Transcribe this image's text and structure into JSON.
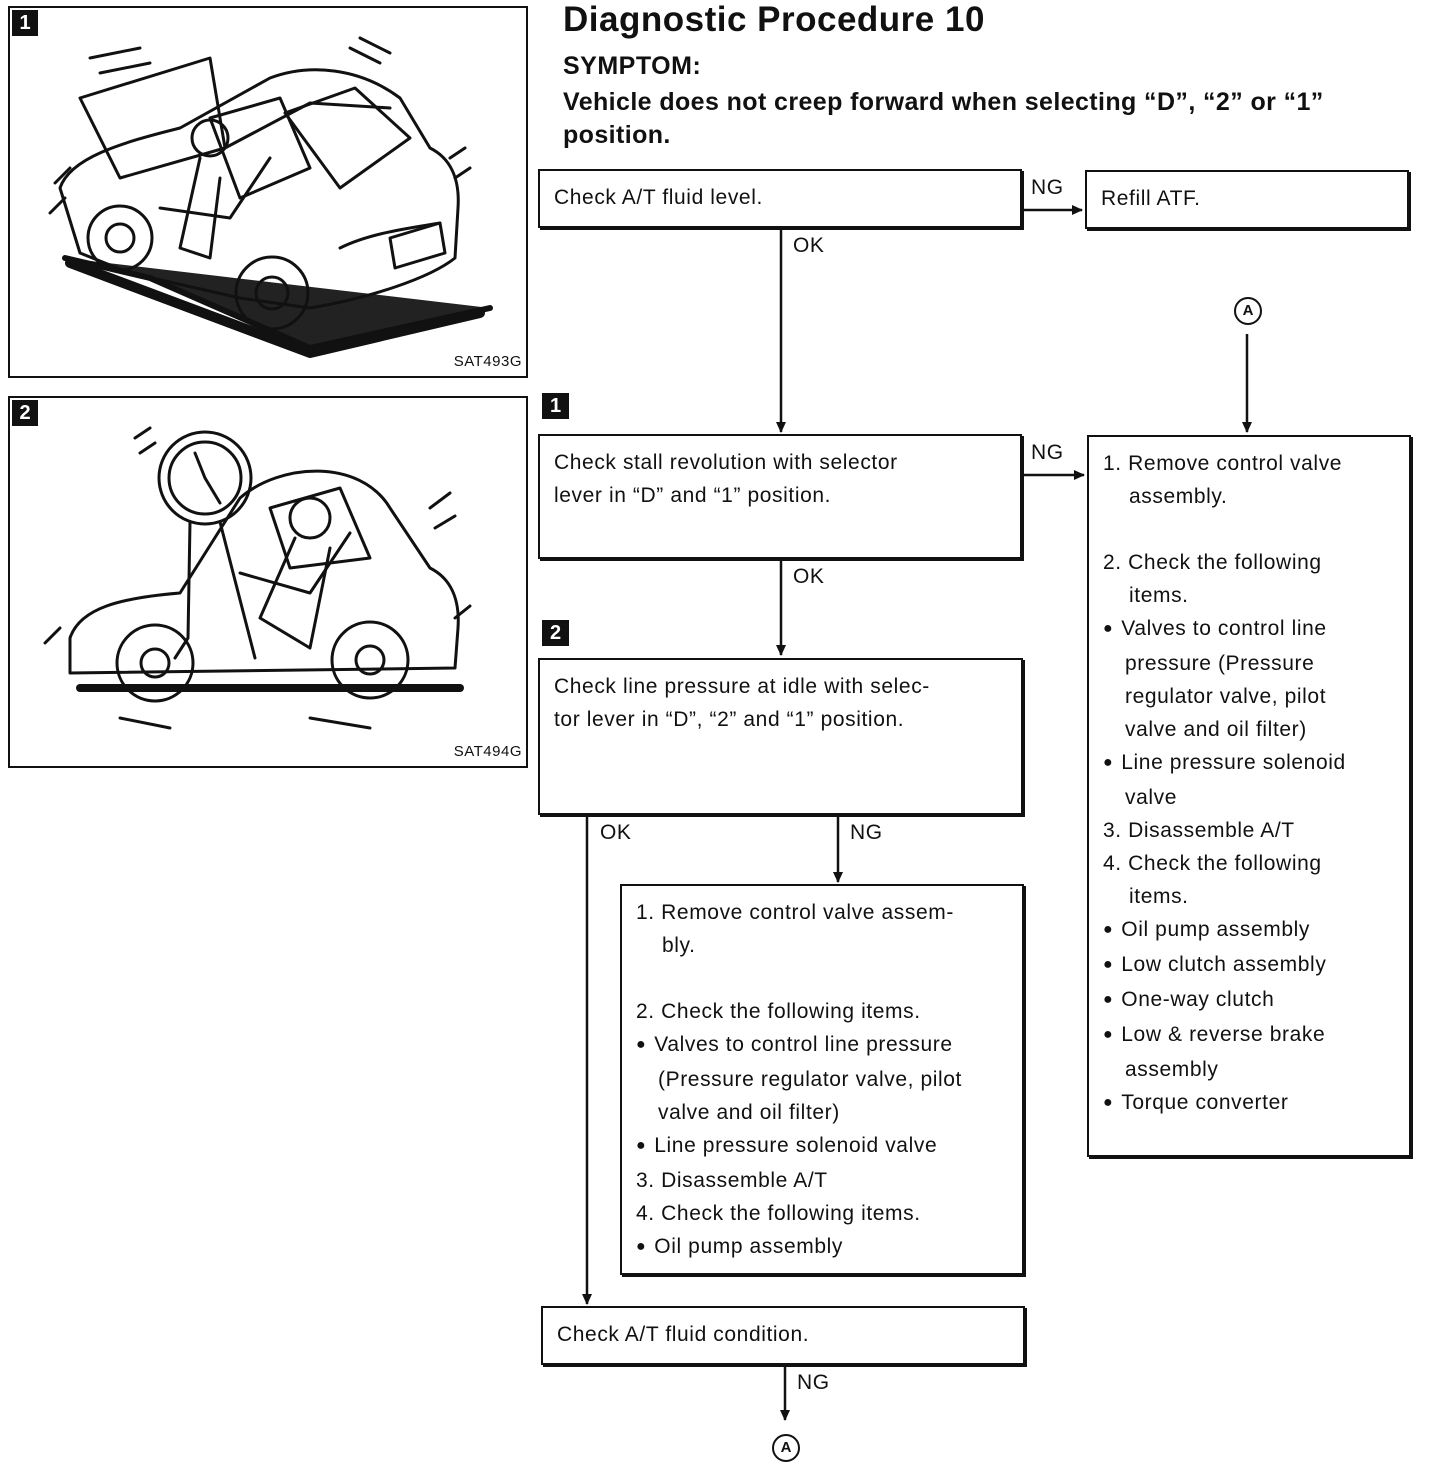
{
  "title": "Diagnostic Procedure 10",
  "symptom": {
    "heading": "SYMPTOM:",
    "text": "Vehicle does not creep forward when selecting “D”, “2” or “1” position."
  },
  "figures": [
    {
      "number": "1",
      "code": "SAT493G",
      "icon": "car-underside-inspection-illustration"
    },
    {
      "number": "2",
      "code": "SAT494G",
      "icon": "car-pressure-gauge-illustration"
    }
  ],
  "flow": {
    "fluid_level": {
      "text": "Check A/T fluid level.",
      "ng_label": "NG",
      "ok_label": "OK"
    },
    "refill": {
      "text": "Refill ATF."
    },
    "connector_top": "A",
    "connector_bottom": "A",
    "stall": {
      "badge": "1",
      "line1": "Check stall revolution with selector",
      "line2": "lever in “D” and “1” position.",
      "ng_label": "NG",
      "ok_label": "OK"
    },
    "line_pressure": {
      "badge": "2",
      "line1": "Check line pressure at idle with selec-",
      "line2": "tor lever in “D”, “2” and “1” position.",
      "ok_label": "OK",
      "ng_label": "NG"
    },
    "right_actions": {
      "items": [
        {
          "kind": "num",
          "lines": [
            "1. Remove control valve",
            "assembly."
          ]
        },
        {
          "kind": "gap"
        },
        {
          "kind": "num",
          "lines": [
            "2. Check the following",
            "items."
          ]
        },
        {
          "kind": "bul",
          "lines": [
            "Valves to control line",
            "pressure (Pressure",
            "regulator valve, pilot",
            "valve and oil filter)"
          ]
        },
        {
          "kind": "bul",
          "lines": [
            "Line pressure solenoid",
            "valve"
          ]
        },
        {
          "kind": "num",
          "lines": [
            "3. Disassemble A/T"
          ]
        },
        {
          "kind": "num",
          "lines": [
            "4. Check the following",
            "items."
          ]
        },
        {
          "kind": "bul",
          "lines": [
            "Oil pump assembly"
          ]
        },
        {
          "kind": "bul",
          "lines": [
            "Low clutch assembly"
          ]
        },
        {
          "kind": "bul",
          "lines": [
            "One-way clutch"
          ]
        },
        {
          "kind": "bul",
          "lines": [
            "Low & reverse brake",
            "assembly"
          ]
        },
        {
          "kind": "bul",
          "lines": [
            "Torque converter"
          ]
        }
      ]
    },
    "middle_actions": {
      "items": [
        {
          "kind": "num",
          "lines": [
            "1. Remove control valve assem-",
            "bly."
          ]
        },
        {
          "kind": "gap"
        },
        {
          "kind": "num",
          "lines": [
            "2. Check the following items."
          ]
        },
        {
          "kind": "bul",
          "lines": [
            "Valves to control line pressure",
            "(Pressure regulator valve, pilot",
            "valve and oil filter)"
          ]
        },
        {
          "kind": "bul",
          "lines": [
            "Line pressure solenoid valve"
          ]
        },
        {
          "kind": "num",
          "lines": [
            "3. Disassemble A/T"
          ]
        },
        {
          "kind": "num",
          "lines": [
            "4. Check the following items."
          ]
        },
        {
          "kind": "bul",
          "lines": [
            "Oil pump assembly"
          ]
        }
      ]
    },
    "fluid_condition": {
      "text": "Check A/T fluid condition.",
      "ng_label": "NG"
    }
  }
}
